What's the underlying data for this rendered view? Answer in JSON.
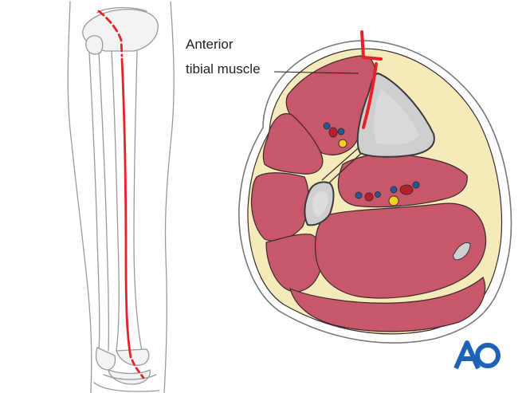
{
  "labels": {
    "line1": "Anterior",
    "line2": "tibial muscle"
  },
  "logo": {
    "text": "AO",
    "color": "#1e64b4"
  },
  "colors": {
    "muscle": "#c8576a",
    "muscle_stroke": "#3a2a2e",
    "fat": "#f5eab9",
    "skin_outline": "#777777",
    "bone": "#cfcfcf",
    "bone_outline": "#3a3a3a",
    "incision": "#e8202a",
    "artery": "#b8202e",
    "vein": "#1f5a9a",
    "nerve": "#f2d21e",
    "leg_outline": "#9a9a9a"
  }
}
